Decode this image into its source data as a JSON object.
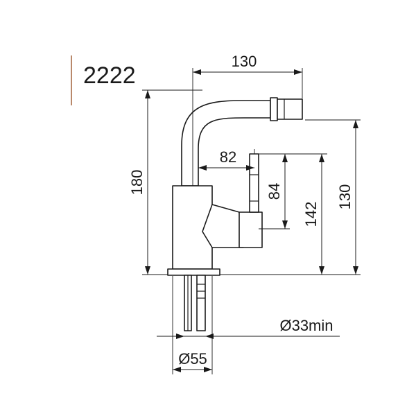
{
  "model_number": "2222",
  "accent_bar_color": "#b9896b",
  "line_color": "#1a1a1a",
  "dimensions": {
    "overall_reach": "130",
    "total_height": "180",
    "spout_reach": "82",
    "handle_height": "84",
    "spout_height": "142",
    "outlet_height": "130",
    "hole_min": "Ø33min",
    "base_diameter": "Ø55"
  }
}
